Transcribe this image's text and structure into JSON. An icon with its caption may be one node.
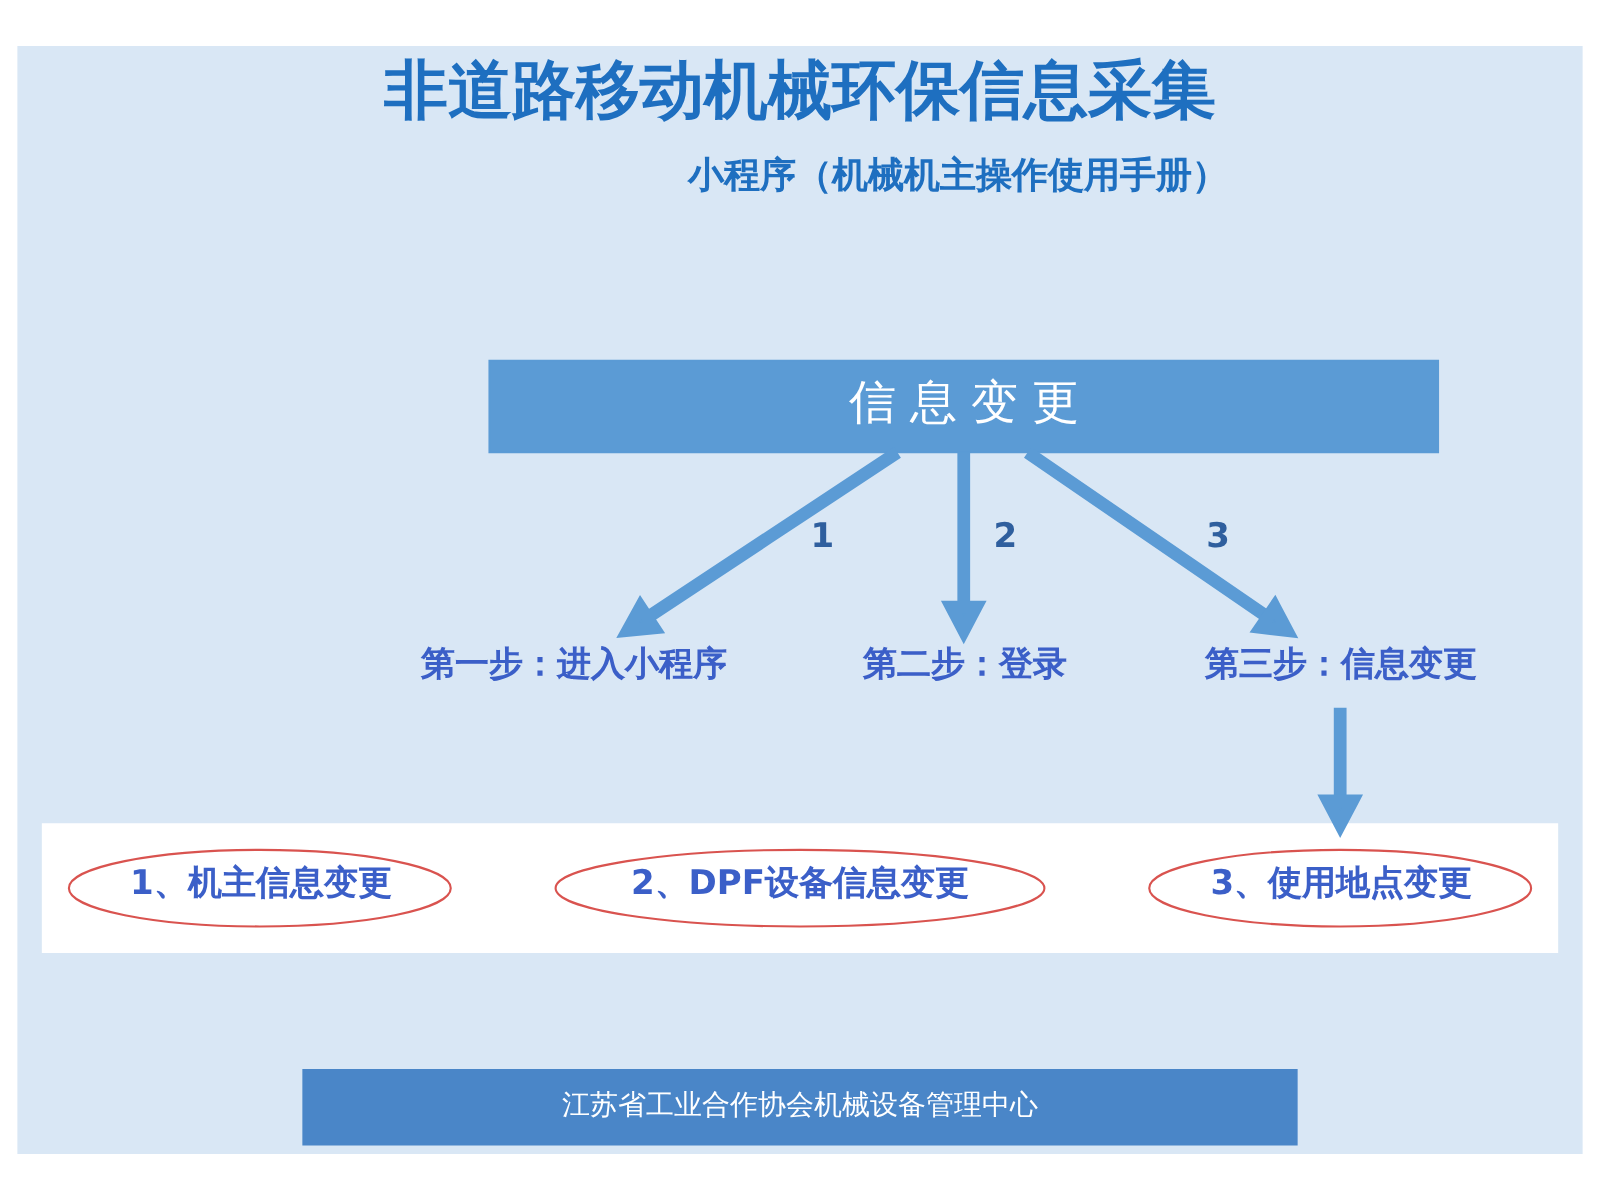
{
  "diagram": {
    "title": "非道路移动机械环保信息采集",
    "caption": "江苏省工业合作协会机械设备管理中心",
    "nodes": [
      {
        "text": [
          "信 息 变 更"
        ]
      },
      {
        "text": [
          "第一步：进入小程序"
        ]
      },
      {
        "text": [
          "第二步：登录"
        ]
      },
      {
        "text": [
          "第三步：信息变更"
        ]
      },
      {
        "text": [],
        "shape": "box"
      },
      {
        "text": [
          "1、机主信息变更"
        ],
        "in": 4
      },
      {
        "text": [
          "2、DPF设备信息变更"
        ],
        "in": 4
      },
      {
        "text": [
          "3、使用地点变更"
        ],
        "in": 4
      }
    ],
    "edges": [
      {
        "from": 0,
        "to": 1,
        "arrow": "to",
        "label": "1"
      },
      {
        "from": 0,
        "to": 2,
        "arrow": "to",
        "label": "2"
      },
      {
        "from": 0,
        "to": 3,
        "arrow": "to",
        "label": "3"
      },
      {
        "from": 3,
        "to": 4,
        "arrow": "to"
      }
    ],
    "labels": [
      "小程序（机械机主操作使用手册）"
    ]
  }
}
